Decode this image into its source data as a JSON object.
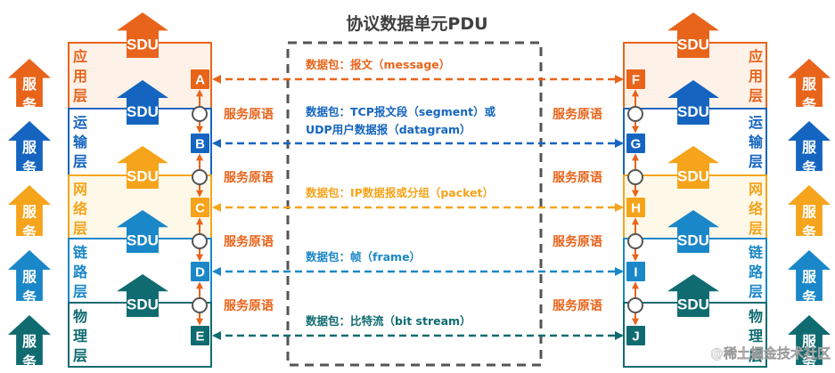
{
  "title": "协议数据单元PDU",
  "sdu_label": "SDU",
  "service_label": "服务",
  "primitive_label": "服务原语",
  "watermark": "@稀土掘金技术社区",
  "colors": {
    "app": "#e8641b",
    "transport": "#1565c0",
    "network": "#f5a41b",
    "link": "#1a87c8",
    "physical": "#0f6b70",
    "primitive": "#e8641b",
    "box_dash": "#555555"
  },
  "layers": [
    {
      "key": "app",
      "chars": [
        "应",
        "用",
        "层"
      ],
      "left_node": "A",
      "right_node": "F",
      "pdu_lines": [
        "数据包：报文（message）"
      ]
    },
    {
      "key": "transport",
      "chars": [
        "运",
        "输",
        "层"
      ],
      "left_node": "B",
      "right_node": "G",
      "pdu_lines": [
        "数据包：TCP报文段（segment）或",
        "UDP用户数据报（datagram）"
      ]
    },
    {
      "key": "network",
      "chars": [
        "网",
        "络",
        "层"
      ],
      "left_node": "C",
      "right_node": "H",
      "pdu_lines": [
        "数据包：IP数据报或分组（packet）"
      ]
    },
    {
      "key": "link",
      "chars": [
        "链",
        "路",
        "层"
      ],
      "left_node": "D",
      "right_node": "I",
      "pdu_lines": [
        "数据包：帧（frame）"
      ]
    },
    {
      "key": "physical",
      "chars": [
        "物",
        "理",
        "层"
      ],
      "left_node": "E",
      "right_node": "J",
      "pdu_lines": [
        "数据包：比特流（bit stream）"
      ]
    }
  ]
}
